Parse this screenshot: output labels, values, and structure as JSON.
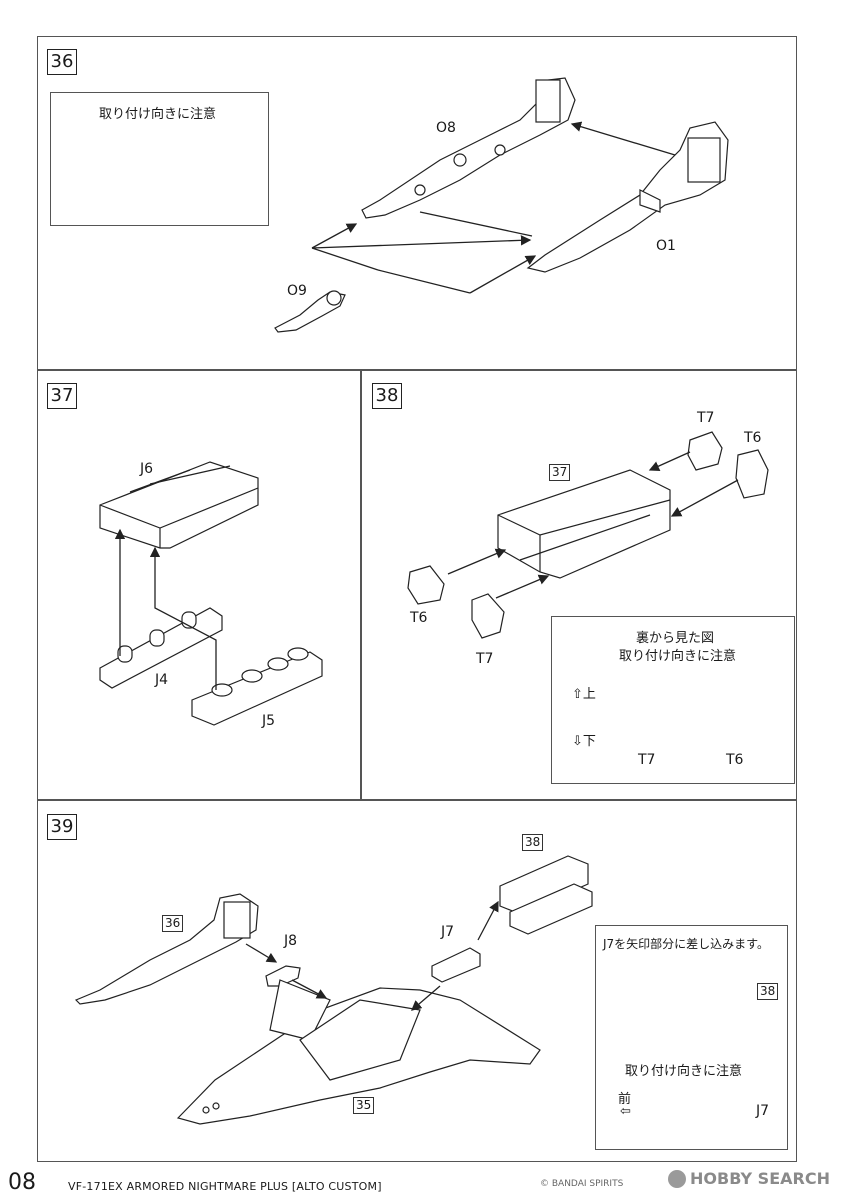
{
  "page_number": "08",
  "model_title": "VF-171EX ARMORED NIGHTMARE PLUS [ALTO CUSTOM]",
  "copyright": "© BANDAI SPIRITS",
  "watermark": "HOBBY SEARCH",
  "steps": {
    "s36": {
      "number": "36",
      "note": "取り付け向きに注意",
      "parts": [
        "O8",
        "O1",
        "O9"
      ]
    },
    "s37": {
      "number": "37",
      "parts": [
        "J6",
        "J4",
        "J5"
      ]
    },
    "s38": {
      "number": "38",
      "ref": "37",
      "parts": [
        "T7",
        "T6",
        "T6",
        "T7"
      ],
      "note_line1": "裏から見た図",
      "note_line2": "取り付け向きに注意",
      "up": "⇧上",
      "down": "⇩下",
      "view_labels": [
        "T7",
        "T6"
      ]
    },
    "s39": {
      "number": "39",
      "refs": [
        "36",
        "38",
        "35"
      ],
      "parts": [
        "J8",
        "J7"
      ],
      "note_insert": "J7を矢印部分に差し込みます。",
      "note_ref": "38",
      "note_orient": "取り付け向きに注意",
      "front": "前",
      "front_arrow": "⇦",
      "j7_label": "J7"
    }
  }
}
